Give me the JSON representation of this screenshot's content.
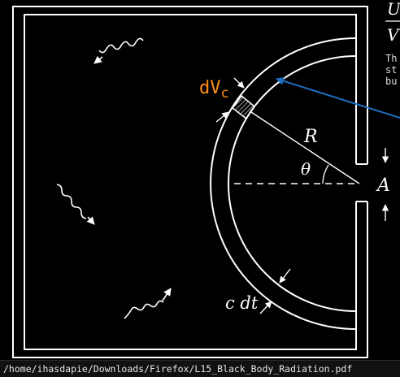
{
  "figure": {
    "labels": {
      "dvc_main": "dV",
      "dvc_sub": "c",
      "radius": "R",
      "angle": "θ",
      "aperture": "A",
      "cdt": "c dt"
    },
    "colors": {
      "background": "#000000",
      "lines": "#ffffff",
      "accent_label": "#ff8c1a",
      "pointer_arrow": "#1f6fc4"
    }
  },
  "side_text": {
    "math_u": "U",
    "math_v": "V",
    "line1": "Th",
    "line2": "st",
    "line3": "bu"
  },
  "statusbar": {
    "path": "/home/ihasdapie/Downloads/Firefox/L15_Black_Body_Radiation.pdf"
  }
}
